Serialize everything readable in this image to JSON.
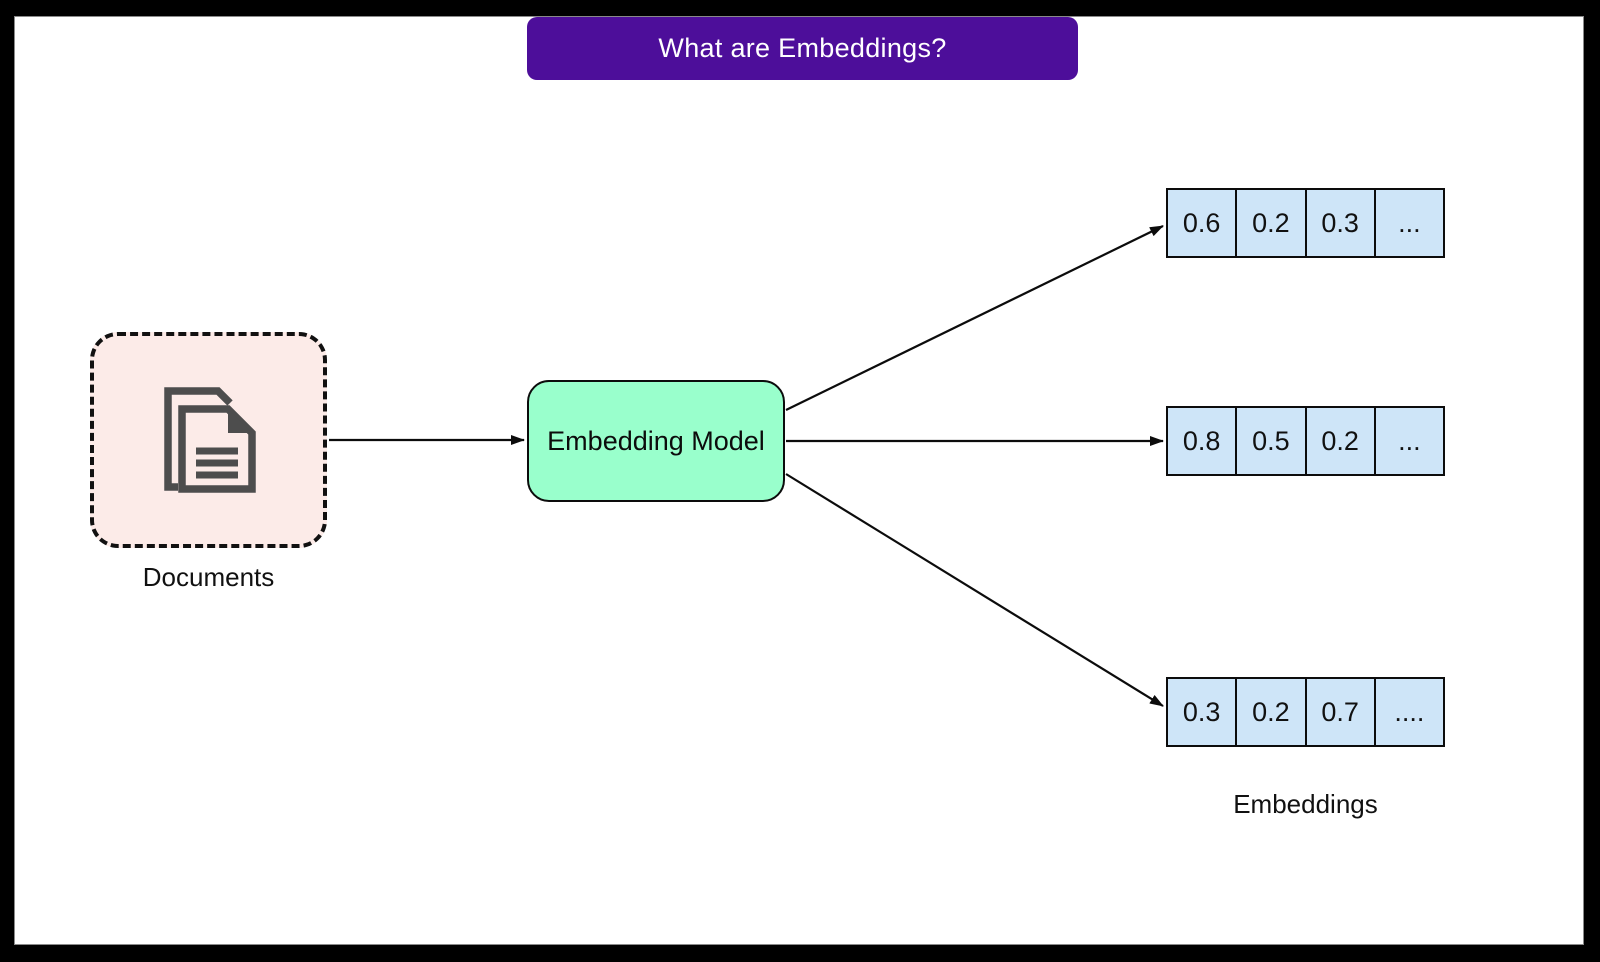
{
  "title": {
    "label": "What are Embeddings?"
  },
  "documents": {
    "label": "Documents",
    "icon": "documents-icon"
  },
  "model": {
    "label": "Embedding Model"
  },
  "vectors": [
    {
      "cells": [
        "0.6",
        "0.2",
        "0.3",
        "..."
      ]
    },
    {
      "cells": [
        "0.8",
        "0.5",
        "0.2",
        "..."
      ]
    },
    {
      "cells": [
        "0.3",
        "0.2",
        "0.7",
        "...."
      ]
    }
  ],
  "embeddings": {
    "label": "Embeddings"
  },
  "colors": {
    "banner": "#4D0E9A",
    "documents_fill": "#FCEBE8",
    "model_fill": "#99FFCC",
    "vector_fill": "#CEE5F8",
    "icon": "#4D4D4D"
  }
}
